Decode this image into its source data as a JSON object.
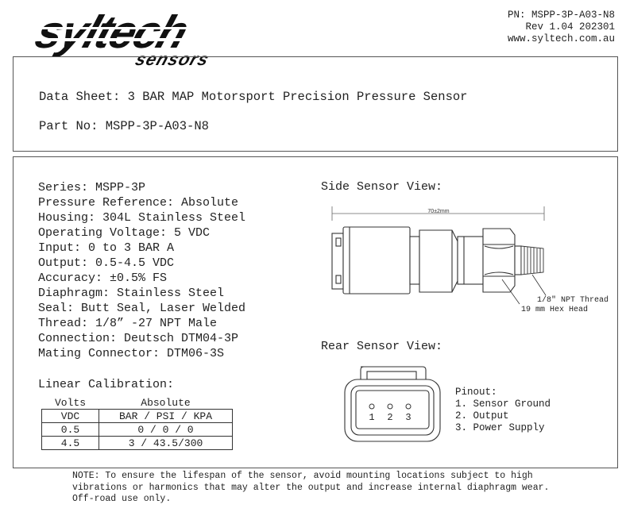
{
  "header": {
    "logo_text": "syltech",
    "logo_subtext": "sensors",
    "pn": "PN: MSPP-3P-A03-N8",
    "rev": "Rev 1.04 202301",
    "website": "www.syltech.com.au"
  },
  "title_block": {
    "title": "Data Sheet: 3 BAR MAP Motorsport Precision Pressure Sensor",
    "part_no": "Part No: MSPP-3P-A03-N8"
  },
  "specs": [
    "Series: MSPP-3P",
    "Pressure Reference: Absolute",
    "Housing: 304L Stainless Steel",
    "Operating Voltage: 5 VDC",
    "Input: 0 to 3 BAR A",
    "Output: 0.5-4.5 VDC",
    "Accuracy: ±0.5% FS",
    "Diaphragm: Stainless Steel",
    "Seal: Butt Seal, Laser Welded",
    "Thread: 1/8” -27 NPT Male",
    "Connection: Deutsch DTM04-3P",
    "Mating Connector: DTM06-3S"
  ],
  "calibration": {
    "heading": "Linear Calibration:",
    "col1_header": "Volts",
    "col2_header": "Absolute",
    "col1_sub": "VDC",
    "col2_sub": "BAR / PSI / KPA",
    "rows": [
      {
        "volts": "0.5",
        "value": "0 / 0 / 0"
      },
      {
        "volts": "4.5",
        "value": "3 / 43.5/300"
      }
    ]
  },
  "side_view": {
    "heading": "Side Sensor View:",
    "dimension": "70±2mm",
    "thread_label": "1/8\" NPT Thread",
    "hex_label": "19 mm Hex Head"
  },
  "rear_view": {
    "heading": "Rear Sensor View:",
    "pin1": "1",
    "pin2": "2",
    "pin3": "3"
  },
  "pinout": {
    "heading": "Pinout:",
    "items": [
      "1. Sensor Ground",
      "2. Output",
      "3. Power Supply"
    ]
  },
  "note": [
    "NOTE: To ensure the lifespan of the sensor, avoid mounting locations subject to high",
    "vibrations or harmonics that may alter the output and increase internal diaphragm wear.",
    "Off-road use only."
  ]
}
